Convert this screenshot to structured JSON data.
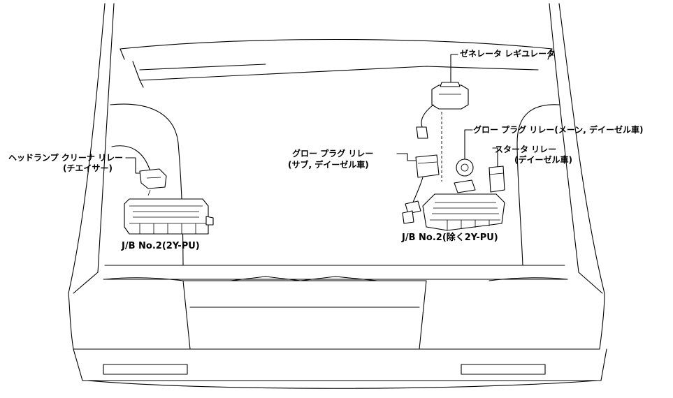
{
  "labels": {
    "generator_regulator": "ゼネレータ レギユレータ",
    "glow_plug_relay_main": "グロー プラグ リレー(メーン, デイーゼル車)",
    "starter_relay_line1": "スタータ リレー",
    "starter_relay_line2": "(デイーゼル車)",
    "glow_plug_relay_sub_line1": "グロー プラグ リレー",
    "glow_plug_relay_sub_line2": "(サブ, デイーゼル車)",
    "headlamp_cleaner_relay_line1": "ヘッドランプ クリーナ リレー",
    "headlamp_cleaner_relay_line2": "(チエイサー)",
    "jb_left": "J/B No.2(2Y-PU)",
    "jb_right": "J/B No.2(除く2Y-PU)"
  }
}
